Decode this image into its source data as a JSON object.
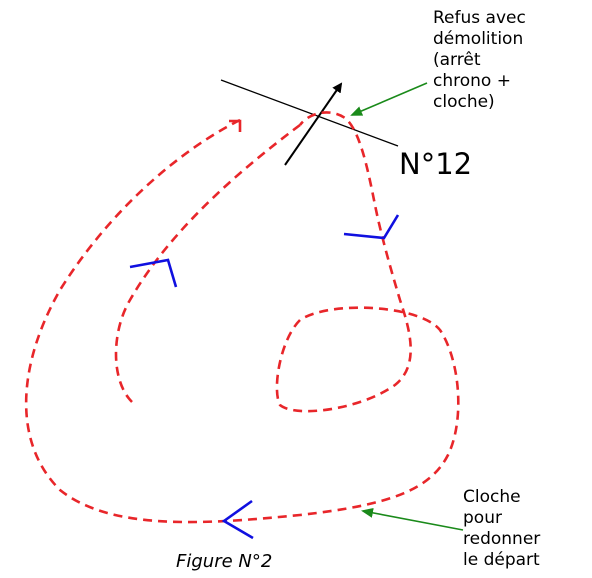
{
  "annotations": {
    "refusal_note": "Refus avec\ndémolition\n(arrêt\nchrono +\ncloche)",
    "bell_note": "Cloche\npour\nredonner\nle départ"
  },
  "obstacle_label": "N°12",
  "caption": "Figure N°2",
  "colors": {
    "path": "#e8262a",
    "direction_marks": "#1010e0",
    "pointer_arrows": "#1a8a1a",
    "lines": "#000000"
  }
}
